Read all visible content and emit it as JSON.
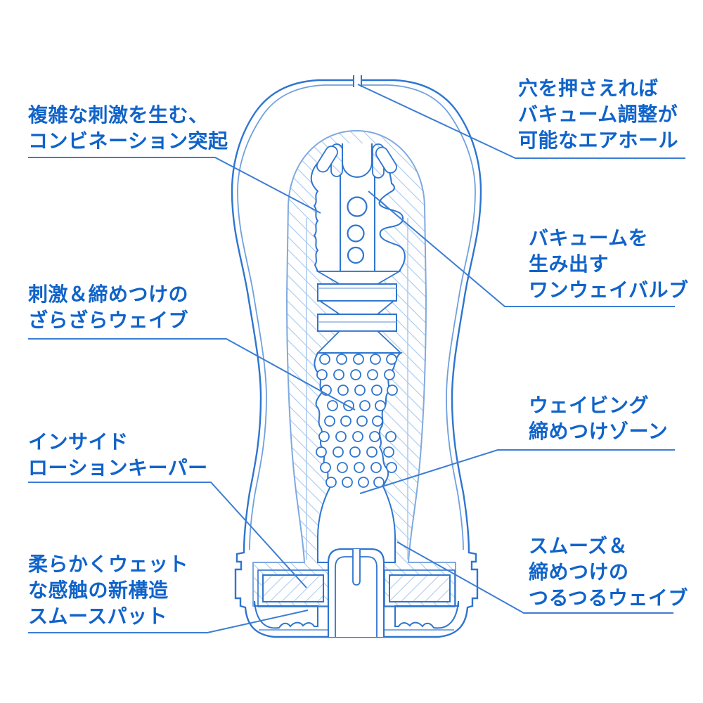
{
  "colors": {
    "label_text": "#1063c9",
    "line_main": "#2e75cf",
    "line_light": "#7fa9e0",
    "hatch": "#a9c8ee",
    "leader": "#3b7dd4",
    "background": "#ffffff"
  },
  "labels": {
    "combination": {
      "lines": [
        "複雑な刺激を生む、",
        "コンビネーション突起"
      ]
    },
    "air_hole": {
      "lines": [
        "穴を押さえれば",
        "バキューム調整が",
        "可能なエアホール"
      ]
    },
    "one_way_valve": {
      "lines": [
        "バキュームを",
        "生み出す",
        "ワンウェイバルブ"
      ]
    },
    "zarazara_wave": {
      "lines": [
        "刺激＆締めつけの",
        "ざらざらウェイブ"
      ]
    },
    "waving_zone": {
      "lines": [
        "ウェイビング",
        "締めつけゾーン"
      ]
    },
    "lotion_keeper": {
      "lines": [
        "インサイド",
        "ローションキーパー"
      ]
    },
    "smooth_pad": {
      "lines": [
        "柔らかくウェット",
        "な感触の新構造",
        "スムースパット"
      ]
    },
    "tsurutsuru_wave": {
      "lines": [
        "スムーズ＆",
        "締めつけの",
        "つるつるウェイブ"
      ]
    }
  }
}
